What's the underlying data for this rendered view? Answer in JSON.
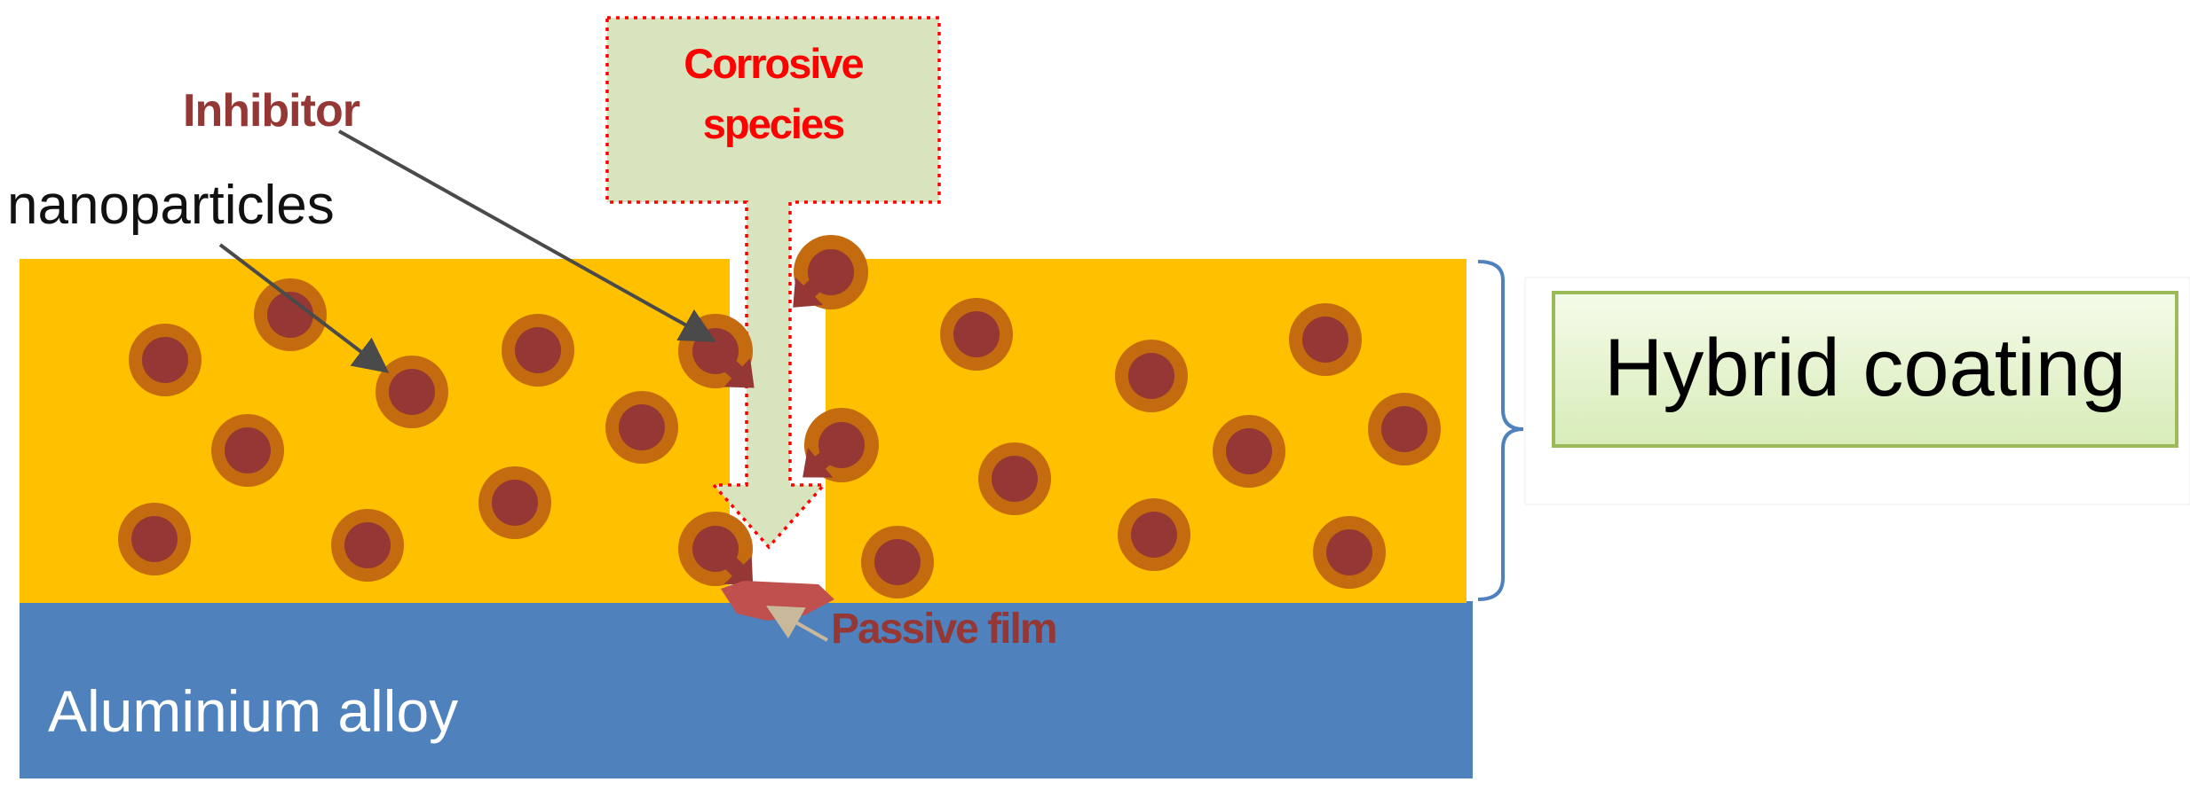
{
  "labels": {
    "corrosive_line1": "Corrosive",
    "corrosive_line2": "species",
    "inhibitor": "Inhibitor",
    "nanoparticles": "nanoparticles",
    "passive_film": "Passive film",
    "substrate": "Aluminium alloy",
    "hybrid_coating": "Hybrid coating"
  },
  "colors": {
    "coating": "#ffc000",
    "substrate": "#4f81bd",
    "particle_outer": "#c46a0f",
    "particle_inner": "#953735",
    "passive_film": "#c0504d",
    "corrosive_box_fill": "#d7e4bd",
    "corrosive_border": "#ff0000",
    "corrosive_text": "#ff0000",
    "inhibitor_text": "#953735",
    "passive_text": "#953735",
    "hybrid_box_fill": "#ebf5d9",
    "hybrid_box_border": "#9bbb59",
    "bracket": "#4f81bd",
    "pointer_arrow": "#595959"
  }
}
